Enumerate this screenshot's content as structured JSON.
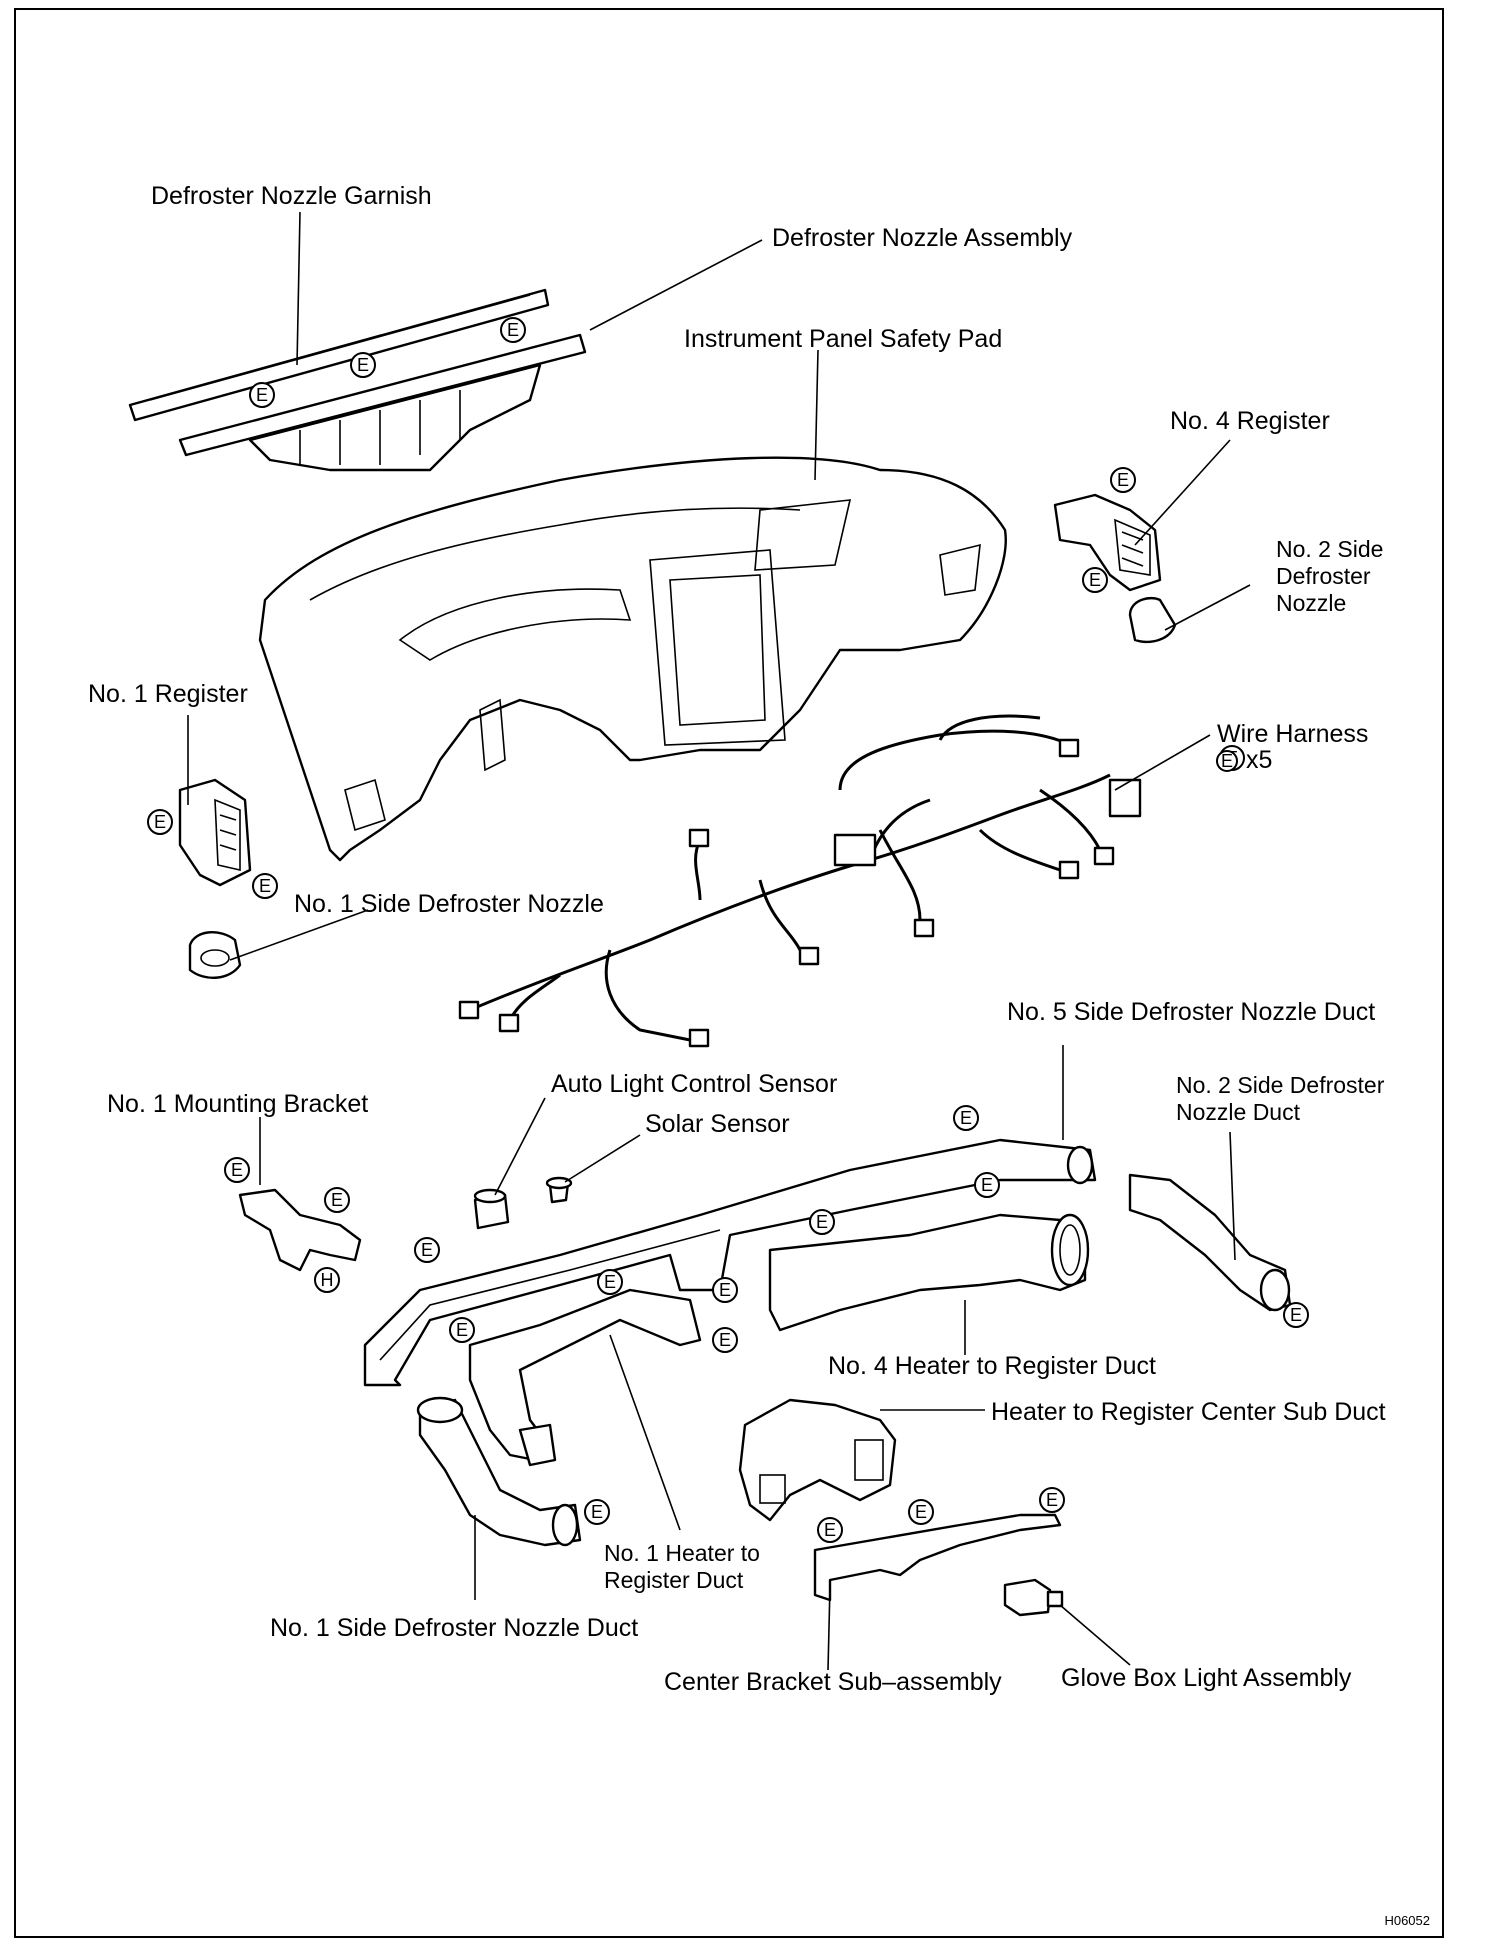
{
  "labels": {
    "defroster_nozzle_garnish": "Defroster Nozzle Garnish",
    "defroster_nozzle_assembly": "Defroster Nozzle Assembly",
    "instrument_panel_safety_pad": "Instrument Panel Safety Pad",
    "no4_register": "No. 4 Register",
    "no2_side_defroster_nozzle": "No. 2 Side Defroster Nozzle",
    "no1_register": "No. 1 Register",
    "wire_harness": "Wire Harness",
    "wire_harness_count": "x5",
    "no1_side_defroster_nozzle": "No. 1 Side Defroster Nozzle",
    "no5_side_defroster_nozzle_duct": "No. 5 Side Defroster Nozzle Duct",
    "auto_light_control_sensor": "Auto Light Control Sensor",
    "solar_sensor": "Solar Sensor",
    "no1_mounting_bracket": "No. 1 Mounting Bracket",
    "no2_side_defroster_nozzle_duct": "No. 2 Side Defroster Nozzle Duct",
    "no4_heater_to_register_duct": "No. 4 Heater to Register Duct",
    "heater_to_register_center_sub_duct": "Heater to Register Center Sub Duct",
    "no1_heater_to_register_duct": "No. 1 Heater to Register Duct",
    "no1_side_defroster_nozzle_duct": "No. 1 Side Defroster Nozzle Duct",
    "center_bracket_sub_assembly": "Center Bracket Sub–assembly",
    "glove_box_light_assembly": "Glove Box Light Assembly"
  },
  "markers": {
    "e": "E",
    "h": "H"
  },
  "figure_code": "H06052"
}
